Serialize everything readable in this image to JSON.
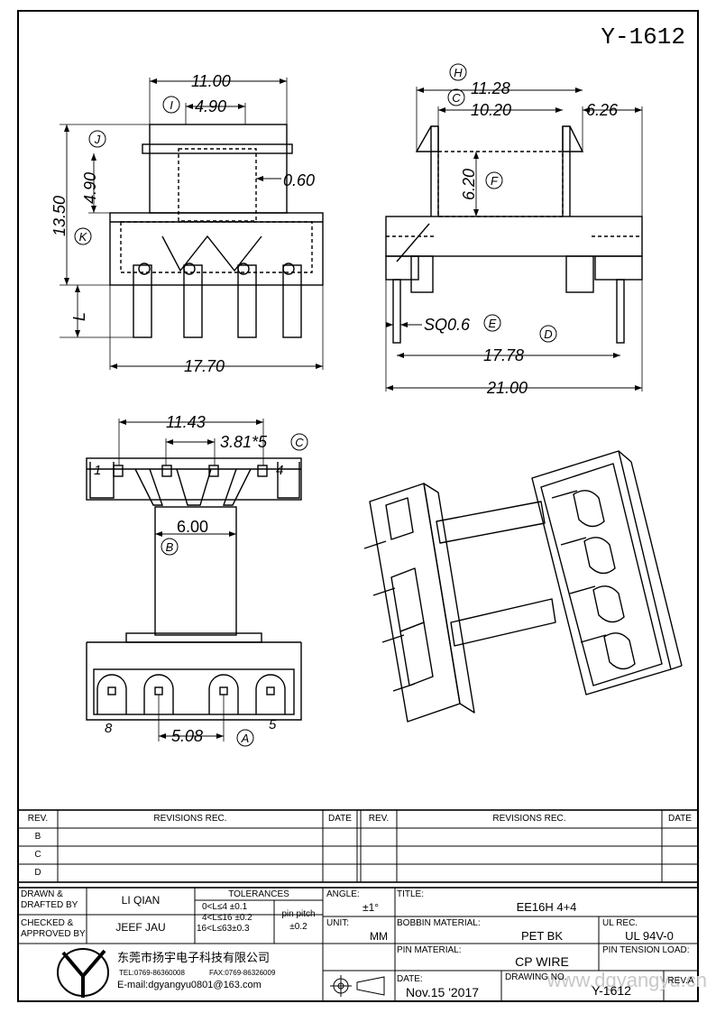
{
  "drawing_number": "Y-1612",
  "watermark": "www.dgyangyu.cn",
  "dims": {
    "w1100": "11.00",
    "w490": "4.90",
    "w060": "0.60",
    "h1350": "13.50",
    "h490": "4.90",
    "L": "L",
    "w1770": "17.70",
    "w1128": "11.28",
    "w1020": "10.20",
    "w626": "6.26",
    "h620": "6.20",
    "sq06": "SQ0.6",
    "w1778": "17.78",
    "w2100": "21.00",
    "w1143": "11.43",
    "pitch381": "3.81*5",
    "w600": "6.00",
    "w508": "5.08"
  },
  "callouts": {
    "A": "A",
    "B": "B",
    "C": "C",
    "D": "D",
    "E": "E",
    "F": "F",
    "H": "H",
    "I": "I",
    "J": "J",
    "K": "K"
  },
  "pin_numbers": {
    "p1": "1",
    "p4": "4",
    "p8": "8",
    "p5": "5"
  },
  "revisions": {
    "rev_header": "REV.",
    "revisions_header": "REVISIONS    REC.",
    "date_header": "DATE",
    "rows": [
      "B",
      "C",
      "D"
    ]
  },
  "title_block": {
    "drawn_label": "DRAWN &\nDRAFTED BY",
    "drawn_value": "LI QIAN",
    "checked_label": "CHECKED &\nAPPROVED BY",
    "checked_value": "JEEF JAU",
    "tolerances_label": "TOLERANCES",
    "tol_rows": [
      "0<L≤4    ±0.1",
      "4<L≤16  ±0.2",
      "16<L≤63±0.3"
    ],
    "pin_pitch_label": "pin pitch",
    "pin_pitch_value": "±0.2",
    "angle_label": "ANGLE:",
    "angle_value": "±1°",
    "unit_label": "UNIT:",
    "unit_value": "MM",
    "title_label": "TITLE:",
    "title_value": "EE16H  4+4",
    "bobbin_label": "BOBBIN MATERIAL:",
    "bobbin_value": "PET BK",
    "ul_label": "UL REC.",
    "ul_value": "UL 94V-0",
    "pin_mat_label": "PIN MATERIAL:",
    "pin_mat_value": "CP WIRE",
    "pin_tension_label": "PIN TENSION LOAD:",
    "date_label": "DATE:",
    "date_value": "Nov.15 '2017",
    "drawing_no_label": "DRAWING NO.",
    "drawing_no_value": "Y-1612",
    "rev_a_label": "REV.A",
    "company_name": "东莞市扬宇电子科技有限公司",
    "company_tel": "TEL:0769-86360008",
    "company_fax": "FAX:0769-86326009",
    "company_email": "E-mail:dgyangyu0801@163.com"
  }
}
